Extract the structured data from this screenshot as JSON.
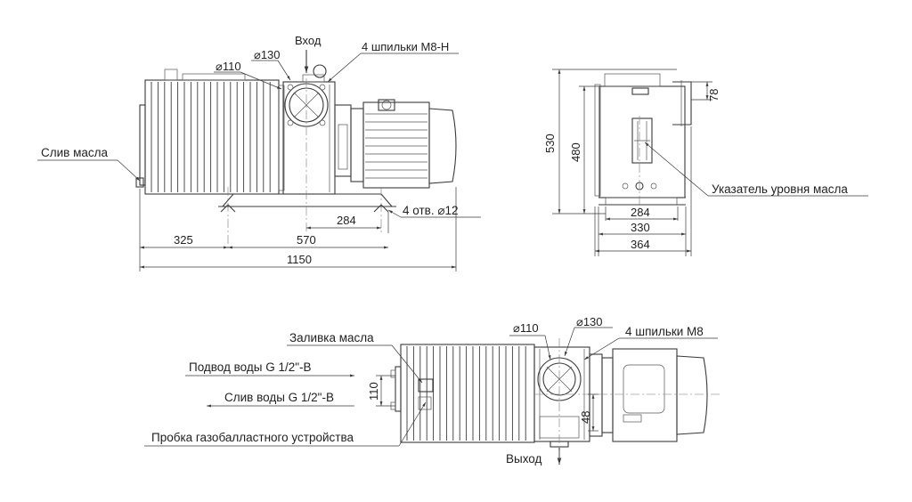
{
  "side_view": {
    "label_inlet": "Вход",
    "label_diameter_130": "⌀130",
    "label_diameter_110": "⌀110",
    "label_studs": "4 шпильки M8-H",
    "label_oil_drain": "Слив масла",
    "label_holes": "4 отв. ⌀12",
    "dim_284": "284",
    "dim_325": "325",
    "dim_570": "570",
    "dim_1150": "1150"
  },
  "end_view": {
    "label_level_indicator": "Указатель уровня масла",
    "dim_530": "530",
    "dim_480": "480",
    "dim_78": "78",
    "dim_284": "284",
    "dim_330": "330",
    "dim_364": "364"
  },
  "top_view": {
    "label_diameter_110": "⌀110",
    "label_diameter_130": "⌀130",
    "label_studs": "4 шпильки M8",
    "label_oil_fill": "Заливка масла",
    "label_water_supply": "Подвод воды G 1/2\"-B",
    "label_water_drain": "Слив воды G 1/2\"-B",
    "label_gas_ballast": "Пробка газобалластного устройства",
    "label_outlet": "Выход",
    "dim_110": "110",
    "dim_48": "48"
  }
}
